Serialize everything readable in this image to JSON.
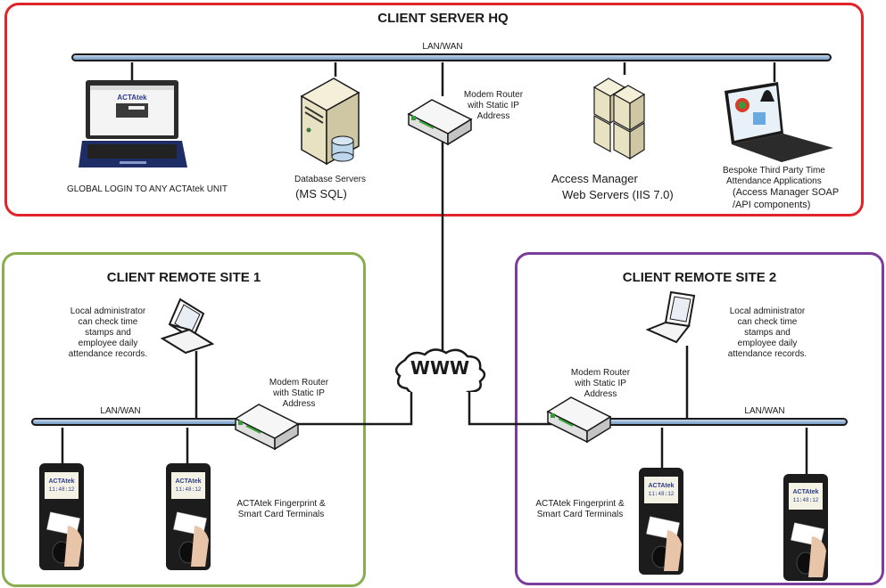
{
  "colors": {
    "hq_border": "#e0242a",
    "site1_border": "#8aad4f",
    "site2_border": "#7a3d9c",
    "bus_fill": "#9ab8d8",
    "wire": "#1a1a1a"
  },
  "hq": {
    "title": "CLIENT SERVER HQ",
    "bus_label": "LAN/WAN",
    "laptop_label": "GLOBAL LOGIN TO ANY ACTAtek UNIT",
    "db_label_1": "Database Servers",
    "db_label_2": "(MS SQL)",
    "router_label": [
      "Modem Router",
      "with Static IP",
      "Address"
    ],
    "web_label_1": "Access Manager",
    "web_label_2": "Web Servers (IIS 7.0)",
    "thirdparty_label": [
      "Bespoke Third Party Time",
      "Attendance Applications",
      "(Access Manager SOAP",
      "/API components)"
    ],
    "laptop_screen_brand": "ACTAtek"
  },
  "internet": {
    "label": "WWW"
  },
  "site1": {
    "title": "CLIENT REMOTE SITE 1",
    "admin_label": [
      "Local administrator",
      "can check time",
      "stamps and",
      "employee daily",
      "attendance records."
    ],
    "router_label": [
      "Modem Router",
      "with Static IP",
      "Address"
    ],
    "bus_label": "LAN/WAN",
    "terminals_label": [
      "ACTAtek Fingerprint &",
      "Smart Card Terminals"
    ]
  },
  "site2": {
    "title": "CLIENT REMOTE SITE 2",
    "admin_label": [
      "Local administrator",
      "can check time",
      "stamps and",
      "employee daily",
      "attendance records."
    ],
    "router_label": [
      "Modem Router",
      "with Static IP",
      "Address"
    ],
    "bus_label": "LAN/WAN",
    "terminals_label": [
      "ACTAtek Fingerprint &",
      "Smart Card Terminals"
    ]
  },
  "terminal": {
    "brand": "ACTAtek",
    "time": "11:48:12"
  }
}
